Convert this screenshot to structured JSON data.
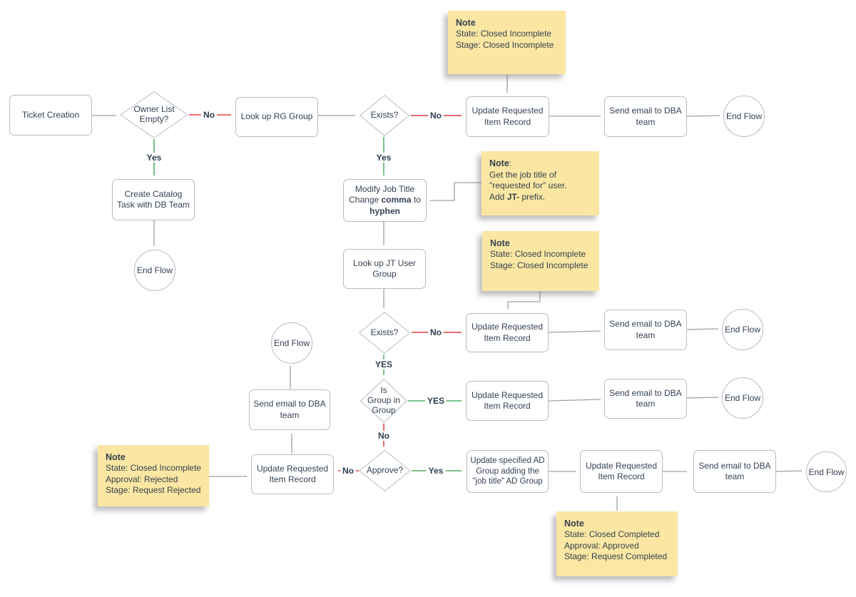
{
  "diagram_type": "flowchart",
  "colors": {
    "yes_edge": "#2f9e44",
    "no_edge": "#e8141c",
    "neutral_edge": "#9aa2aa",
    "arrowhead": "#2c3e50",
    "note_background": "#fbe7a3",
    "shape_border": "#b5bcc2",
    "text": "#344253"
  },
  "nodes": {
    "ticket_creation": "Ticket Creation",
    "look_up_rg_group": "Look up RG Group",
    "update_requested_item": "Update Requested Item Record",
    "send_email_dba": "Send email to DBA team",
    "create_catalog_task": "Create Catalog Task with DB Team",
    "look_up_jt_user_group": "Look up JT User Group",
    "update_ad_group": "Update specified AD Group adding the \"job title\" AD Group",
    "modify_job_title": {
      "l1": "Modify Job Title",
      "l2_pre": "Change ",
      "l2_bold": "comma",
      "l2_post": " to",
      "l3": "hyphen"
    },
    "end_flow": "End Flow"
  },
  "decisions": {
    "owner_list_empty": "Owner List Empty?",
    "exists": "Exists?",
    "is_group_in_group": [
      "Is",
      "Group in",
      "Group"
    ],
    "approve": "Approve?"
  },
  "edge_labels": {
    "yes": "Yes",
    "no": "No",
    "yes_caps": "YES"
  },
  "notes": {
    "top": {
      "title": "Note",
      "lines": [
        "State: Closed Incomplete",
        "Stage: Closed Incomplete"
      ]
    },
    "job_title": {
      "title": "Note",
      "colon": ":",
      "lines": [
        "Get the job title of",
        "\"requested for\" user."
      ],
      "add_pre": "Add ",
      "add_bold": "JT-",
      "add_post": " prefix."
    },
    "mid": {
      "title": "Note",
      "lines": [
        "State: Closed Incomplete",
        "Stage: Closed Incomplete"
      ]
    },
    "rejected": {
      "title": "Note",
      "lines": [
        "State: Closed Incomplete",
        "Approval: Rejected",
        "Stage: Request Rejected"
      ]
    },
    "completed": {
      "title": "Note",
      "lines": [
        "State: Closed Completed",
        "Approval: Approved",
        "Stage: Request Completed"
      ]
    }
  }
}
